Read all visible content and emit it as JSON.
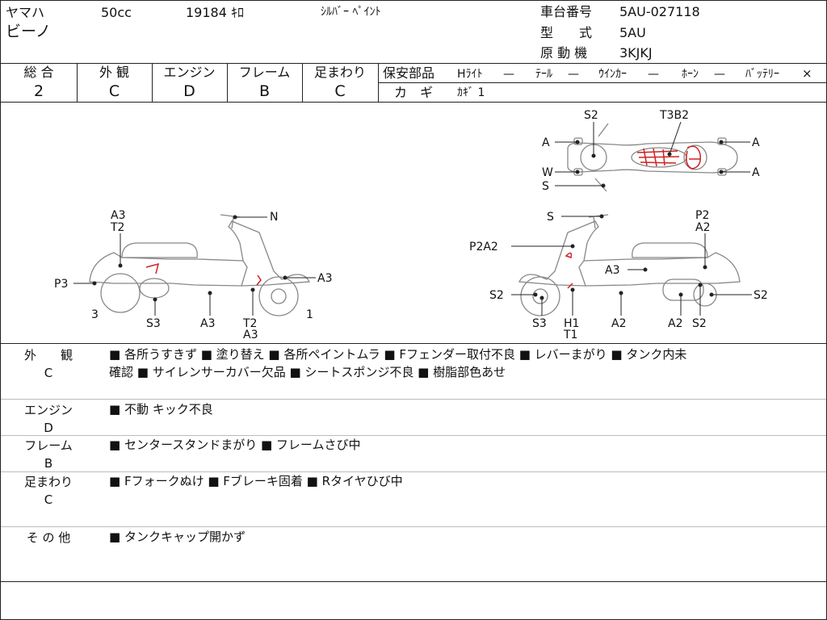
{
  "header": {
    "maker": "ヤマハ",
    "displacement": "50cc",
    "mileage": "19184 ｷﾛ",
    "color": "ｼﾙﾊﾞｰ ﾍﾟｲﾝﾄ",
    "model_name": "ビーノ",
    "frame_no_label": "車台番号",
    "frame_no": "5AU-027118",
    "type_label": "型　　式",
    "type": "5AU",
    "engine_label": "原 動 機",
    "engine": "3KJKJ"
  },
  "grades": [
    {
      "label": "総 合",
      "value": "2"
    },
    {
      "label": "外 観",
      "value": "C"
    },
    {
      "label": "エンジン",
      "value": "D"
    },
    {
      "label": "フレーム",
      "value": "B"
    },
    {
      "label": "足まわり",
      "value": "C"
    }
  ],
  "safety": {
    "label": "保安部品",
    "items": [
      {
        "name": "Hﾗｲﾄ",
        "status": "—"
      },
      {
        "name": "ﾃｰﾙ",
        "status": "—"
      },
      {
        "name": "ｳｲﾝｶｰ",
        "status": "—"
      },
      {
        "name": "ﾎｰﾝ",
        "status": "—"
      },
      {
        "name": "ﾊﾞｯﾃﾘｰ",
        "status": "×"
      }
    ],
    "key_label": "カ　ギ",
    "key_value": "ｶｷﾞ 1"
  },
  "diagram": {
    "top": {
      "S2": "S2",
      "T3B2": "T3B2",
      "A_ul": "A",
      "A_ur": "A",
      "W": "W",
      "A_lr": "A",
      "S": "S"
    },
    "left": {
      "A3": "A3",
      "T2": "T2",
      "N": "N",
      "P3": "P3",
      "A3_right": "A3",
      "n3": "3",
      "S3": "S3",
      "A3_bottom": "A3",
      "T2_bottom": "T2",
      "A3_bottom2": "A3",
      "n1": "1"
    },
    "right": {
      "S": "S",
      "P2": "P2",
      "A2": "A2",
      "P2A2": "P2A2",
      "A3": "A3",
      "S2_left": "S2",
      "S2_right": "S2",
      "S3": "S3",
      "H1": "H1",
      "T1": "T1",
      "A2_b1": "A2",
      "A2_b2": "A2",
      "S2_b": "S2"
    }
  },
  "sections": [
    {
      "title": "外　　観",
      "grade": "C",
      "lines": [
        "■ 各所うすきず ■ 塗り替え ■ 各所ペイントムラ ■ Fフェンダー取付不良 ■ レバーまがり ■ タンク内未",
        "確認 ■ サイレンサーカバー欠品 ■ シートスポンジ不良 ■ 樹脂部色あせ"
      ]
    },
    {
      "title": "エンジン",
      "grade": "D",
      "lines": [
        "■ 不動 キック不良"
      ]
    },
    {
      "title": "フレーム",
      "grade": "B",
      "lines": [
        "■ センタースタンドまがり ■ フレームさび中"
      ]
    },
    {
      "title": "足まわり",
      "grade": "C",
      "lines": [
        "■ Fフォークぬけ ■ Fブレーキ固着 ■ Rタイヤひび中"
      ]
    },
    {
      "title": "そ の 他",
      "grade": "",
      "lines": [
        "■ タンクキャップ開かず"
      ]
    }
  ],
  "colors": {
    "damage": "#cc2222",
    "line": "#222222",
    "divider": "#bbbbbb"
  }
}
